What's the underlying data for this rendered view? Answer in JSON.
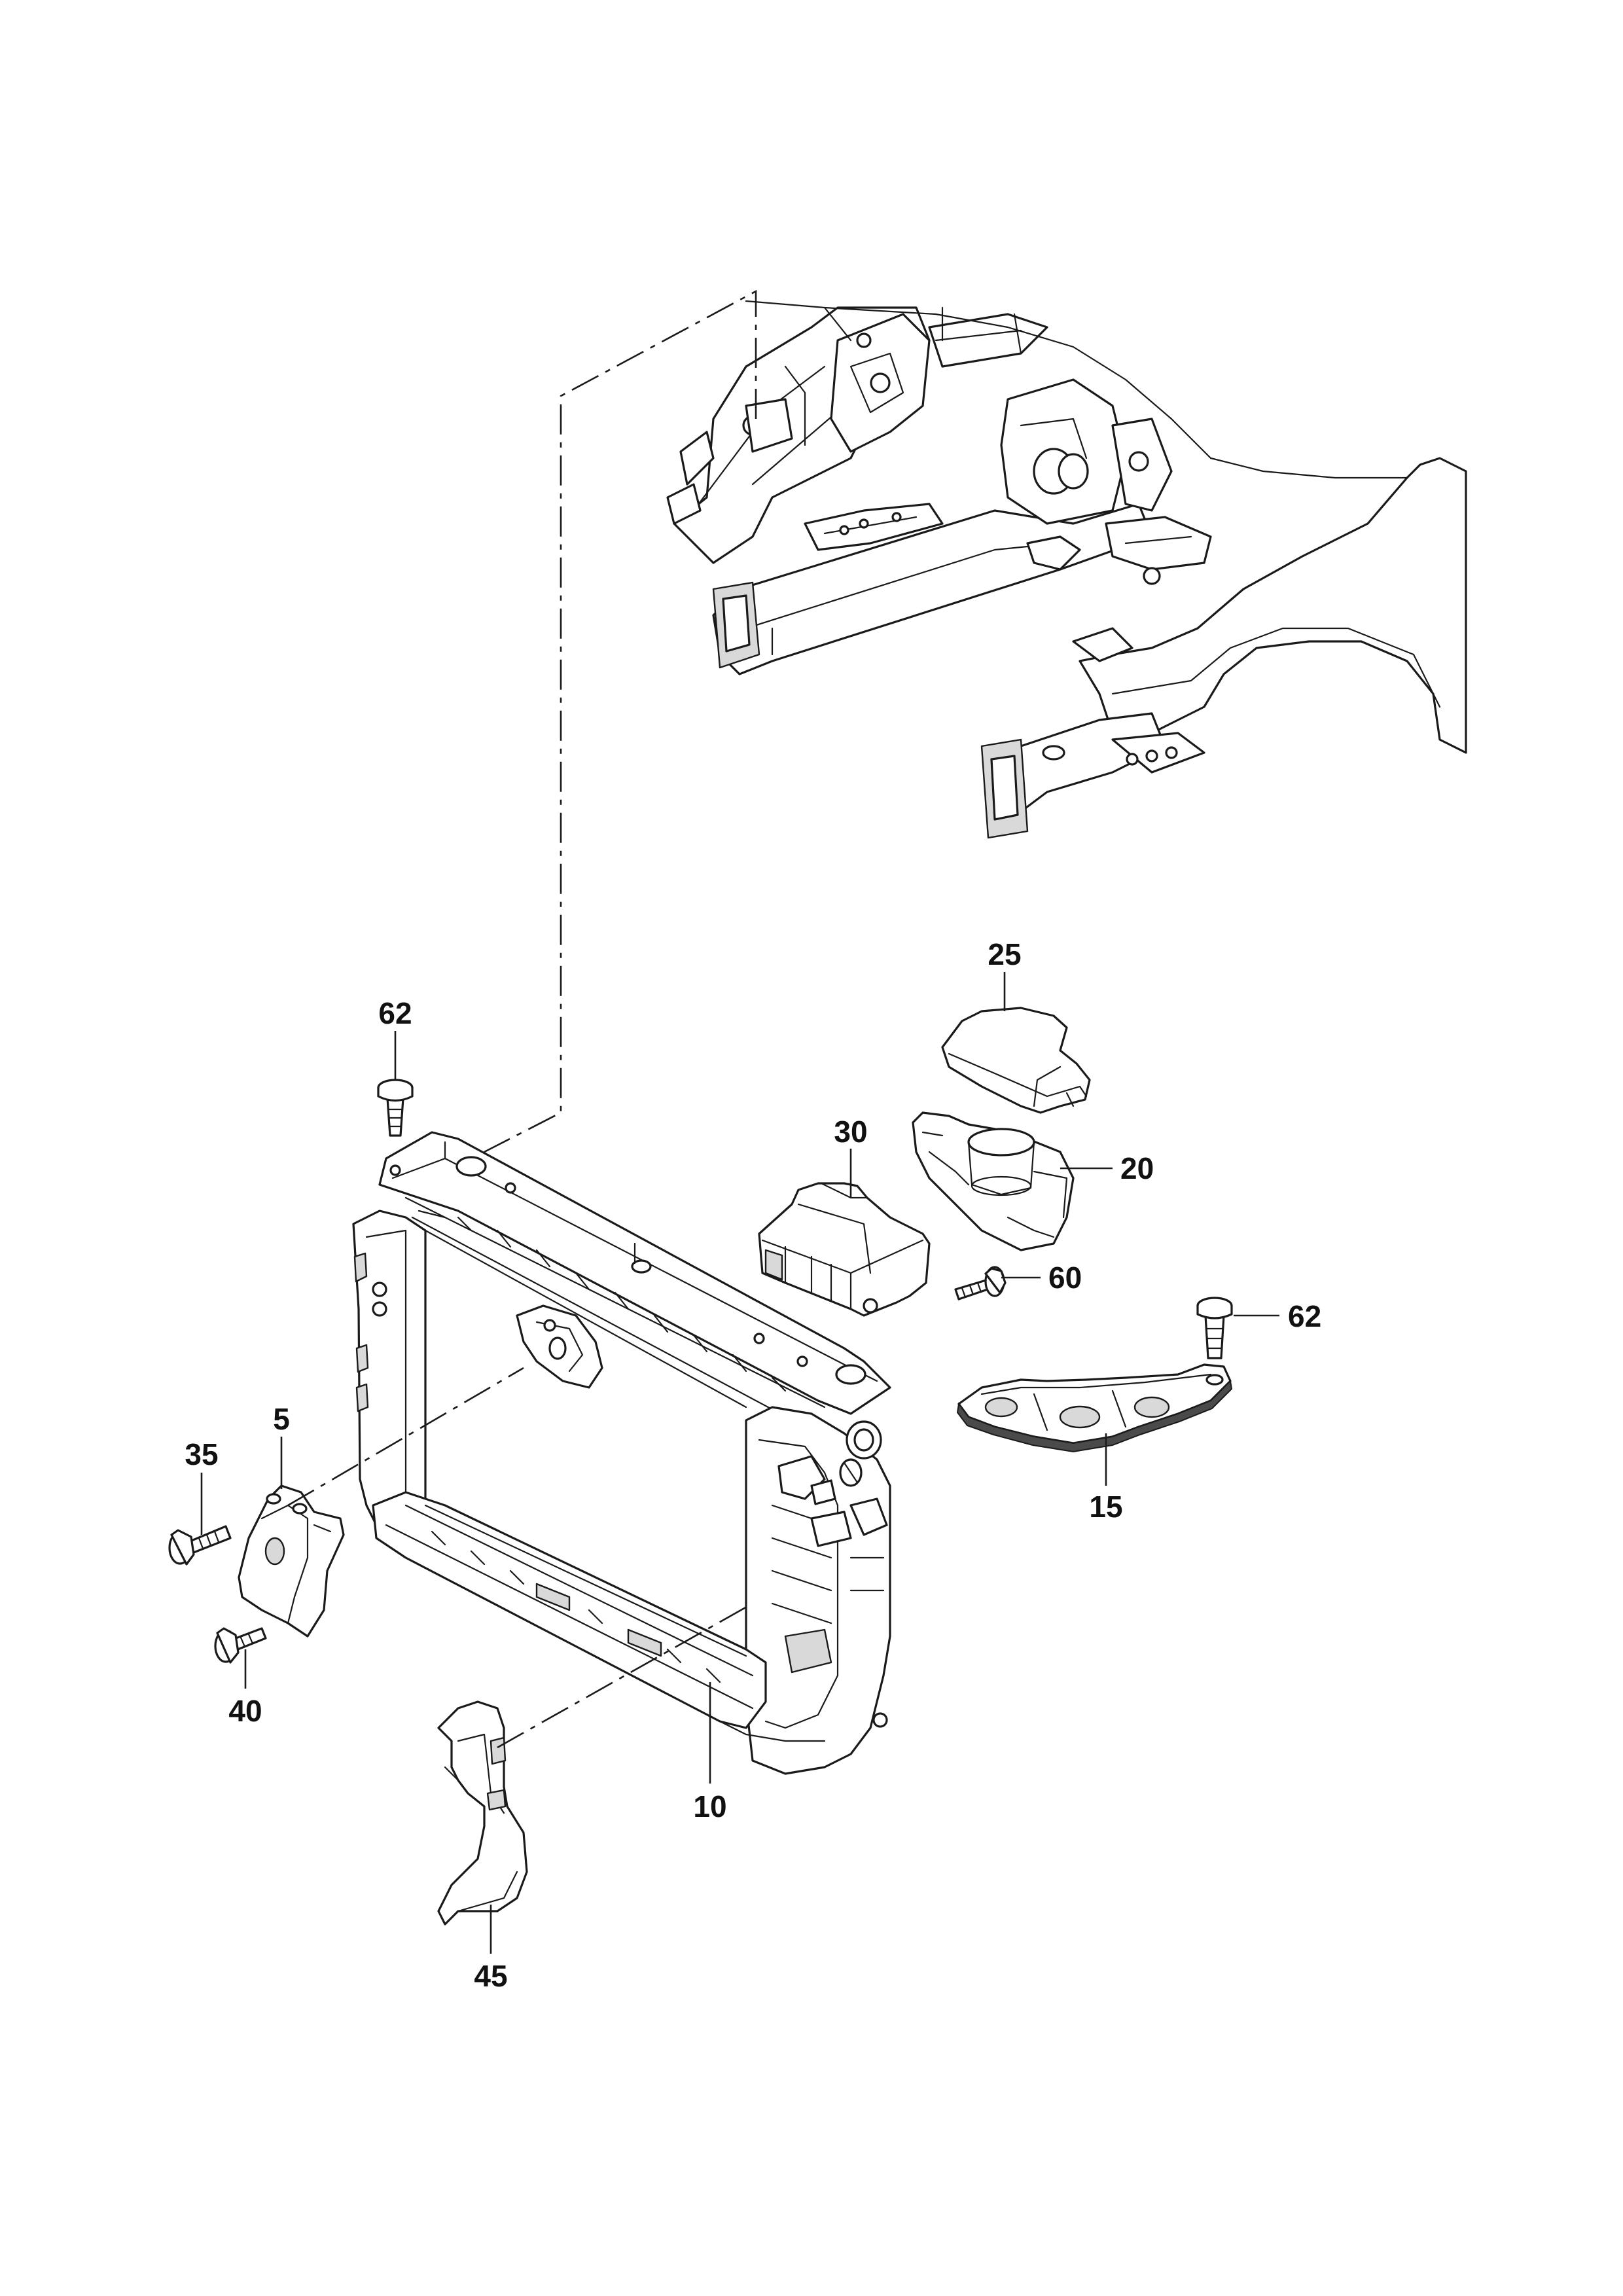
{
  "callouts": {
    "p5": "5",
    "p10": "10",
    "p15": "15",
    "p20": "20",
    "p25": "25",
    "p30": "30",
    "p35": "35",
    "p40": "40",
    "p45": "45",
    "p60": "60",
    "p62_left": "62",
    "p62_right": "62"
  }
}
